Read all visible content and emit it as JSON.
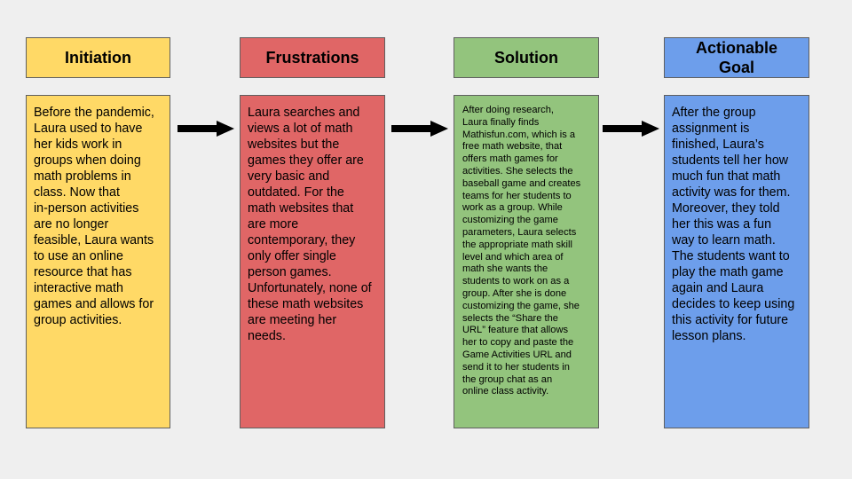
{
  "steps": [
    {
      "title": "Initiation",
      "color": "#ffd966",
      "text": "Before the pandemic,\nLaura used to have\nher kids work in\ngroups when doing\nmath problems in\nclass. Now that\nin-person activities\nare no longer\nfeasible, Laura wants\nto use an online\nresource that has\ninteractive math\ngames and allows for\ngroup activities."
    },
    {
      "title": "Frustrations",
      "color": "#e06666",
      "text": "Laura searches and\nviews a lot of math\nwebsites but the\ngames they offer are\nvery basic and\noutdated. For the\nmath websites that\nare more\ncontemporary, they\nonly offer single\nperson games.\nUnfortunately, none of\nthese math websites\nare meeting her\nneeds."
    },
    {
      "title": "Solution",
      "color": "#93c47d",
      "text": "After doing research,\nLaura finally finds\nMathisfun.com, which is a\nfree math website, that\noffers math games for\nactivities. She selects the\nbaseball game and creates\nteams for her students to\nwork as a group. While\ncustomizing the game\nparameters, Laura selects\nthe appropriate math skill\nlevel and which area of\nmath she wants the\nstudents to work on as a\ngroup. After she is done\ncustomizing the game, she\nselects the “Share the\nURL” feature that allows\nher to copy and paste the\nGame Activities URL and\nsend it to her students in\nthe group chat as an\nonline class activity."
    },
    {
      "title": "Actionable Goal",
      "color": "#6d9eeb",
      "text": "After the group\nassignment is\nfinished, Laura’s\nstudents tell her how\nmuch fun that math\nactivity was for them.\nMoreover, they told\nher this was a fun\nway to learn math.\nThe students want to\nplay the math game\nagain and Laura\ndecides to keep using\nthis activity for future\nlesson plans."
    }
  ]
}
